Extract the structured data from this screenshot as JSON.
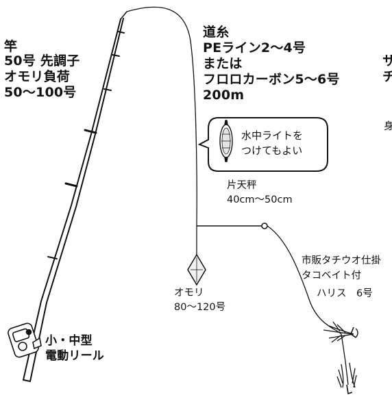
{
  "rod": {
    "title": "竿",
    "spec1": "50号 先調子",
    "spec2": "オモリ負荷",
    "spec3": "50〜100号"
  },
  "mainline": {
    "title": "道糸",
    "line1": "PEライン2〜4号",
    "line2": "または",
    "line3": "フロロカーボン5〜6号",
    "line4": "200m"
  },
  "light_note": {
    "line1": "水中ライトを",
    "line2": "つけてもよい"
  },
  "tenbin": {
    "title": "片天秤",
    "size": "40cm〜50cm"
  },
  "sinker": {
    "title": "オモリ",
    "size": "80〜120号"
  },
  "rig": {
    "line1": "市販タチウオ仕掛",
    "line2": "タコベイト付",
    "line3": "ハリス　6号"
  },
  "reel": {
    "line1": "小・中型",
    "line2": "電動リール"
  },
  "cutoff": {
    "a": "サ",
    "b": "チ",
    "c": "身"
  }
}
